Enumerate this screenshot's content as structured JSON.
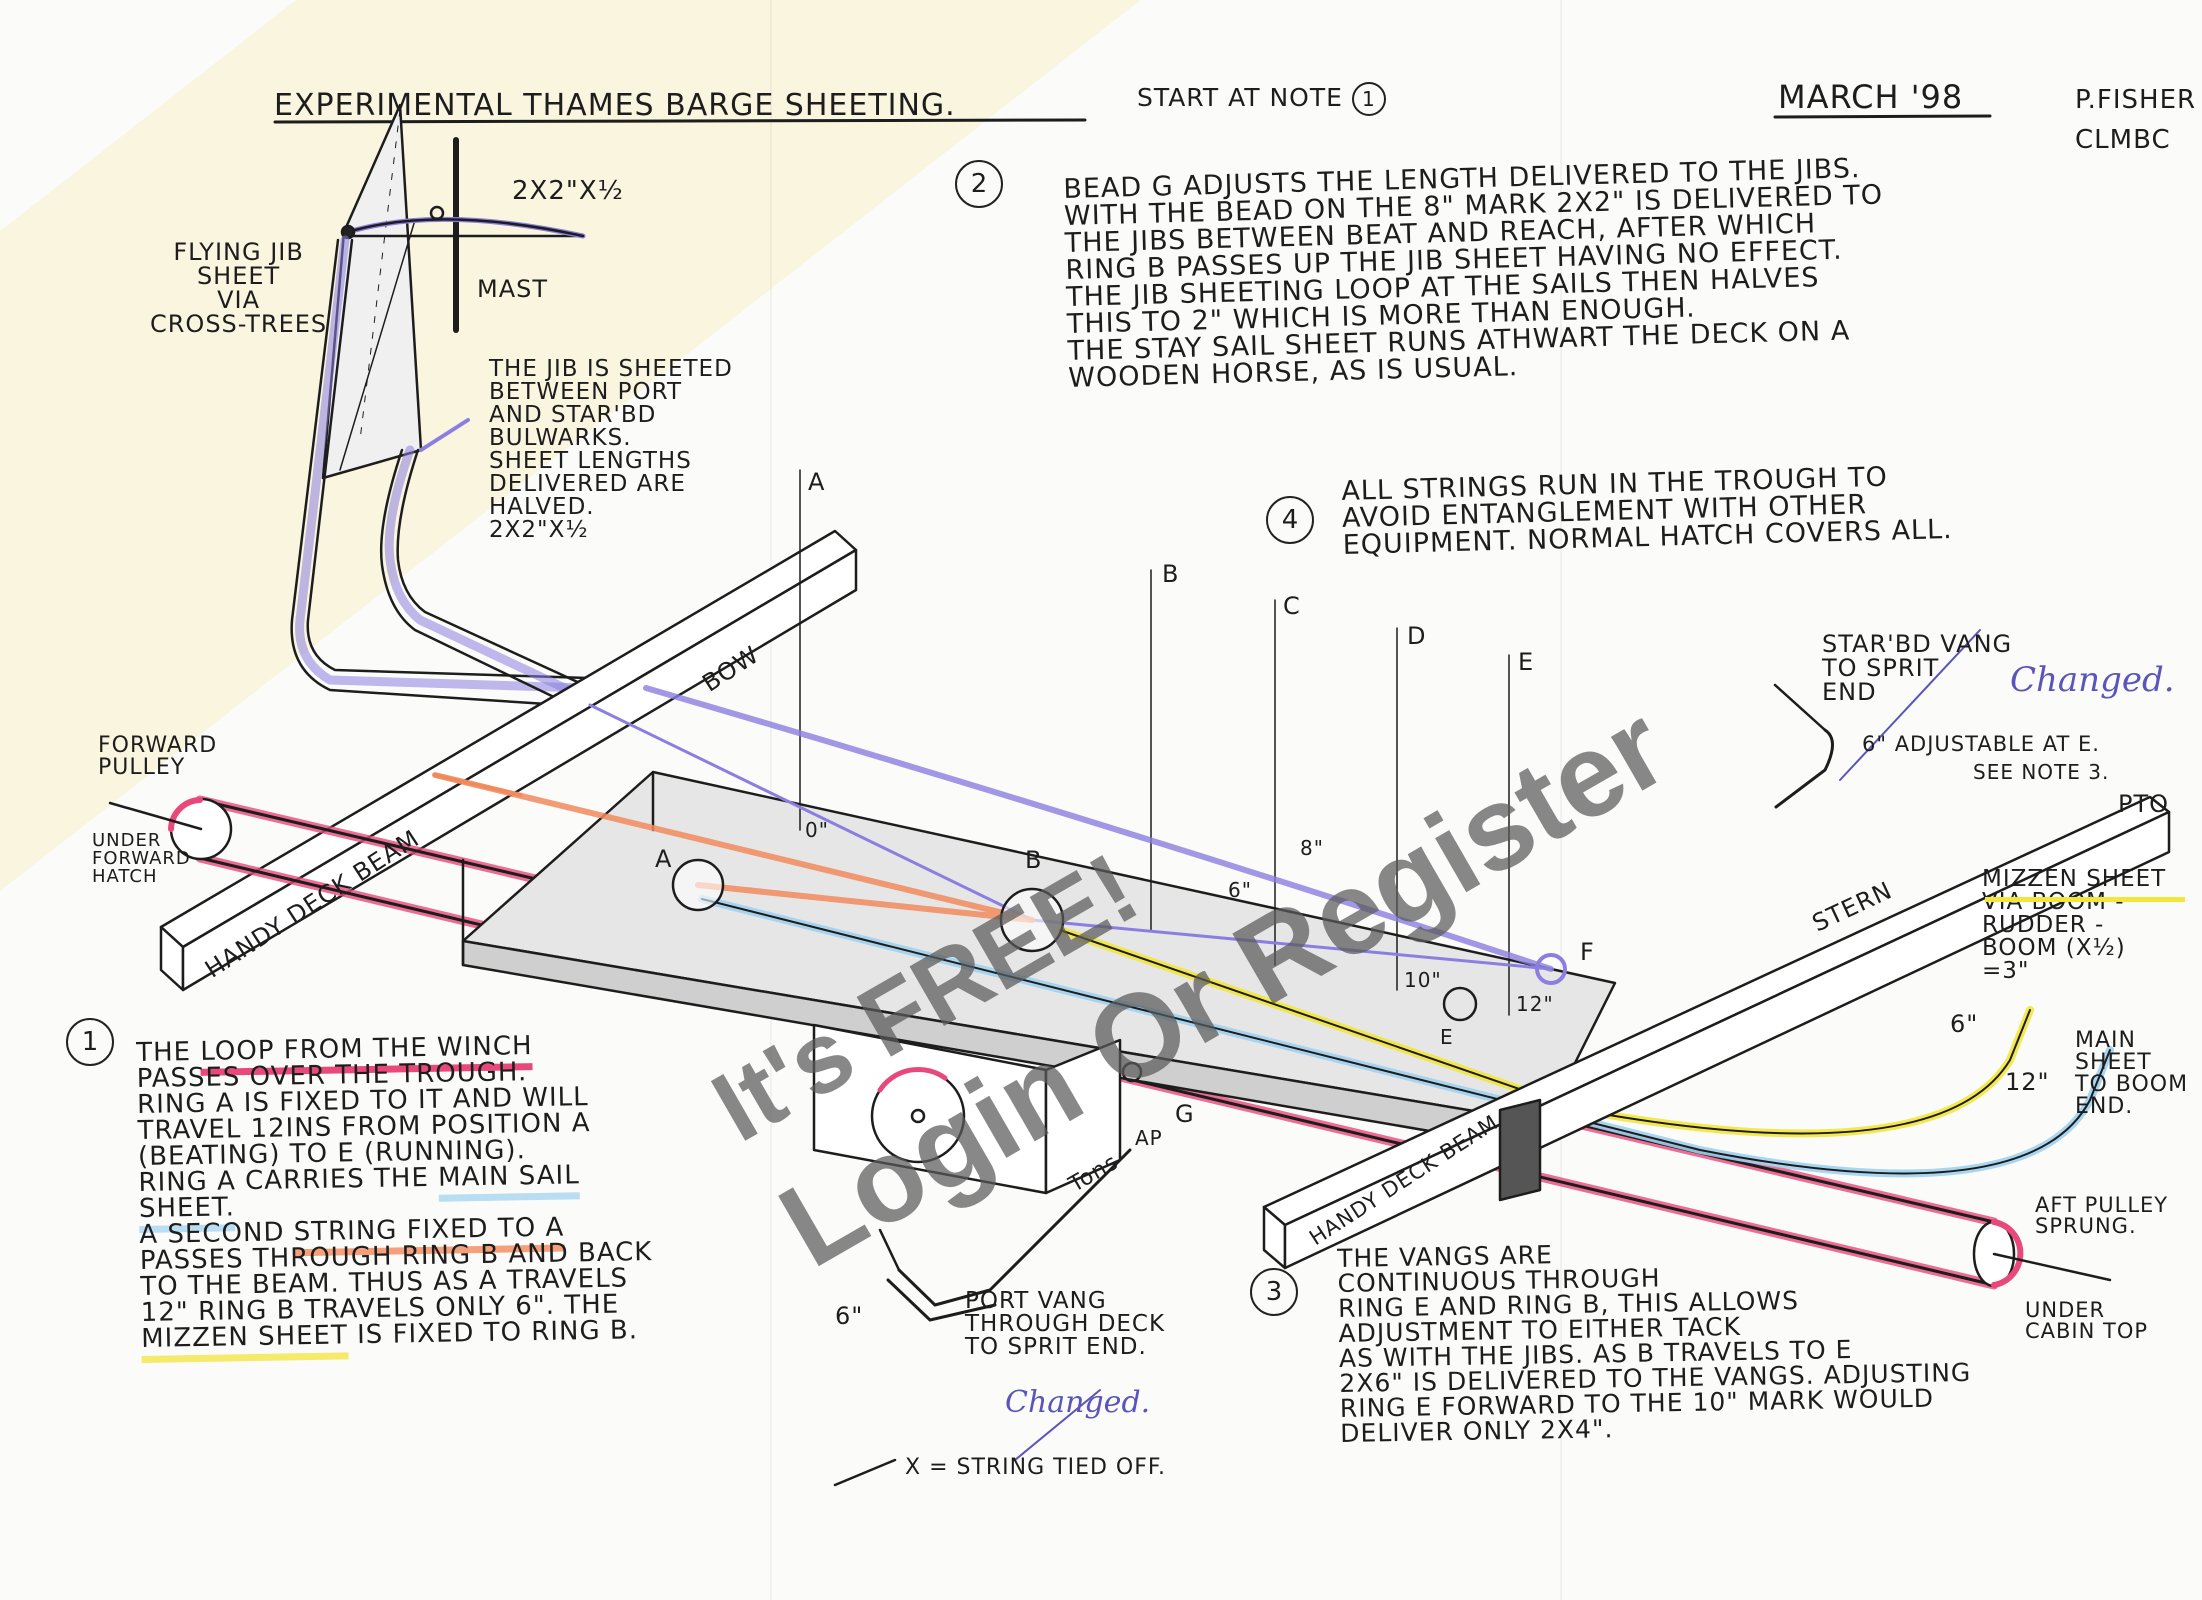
{
  "header": {
    "title": "Experimental Thames Barge Sheeting.",
    "start_note": "Start at note",
    "start_note_num": "1",
    "date": "March '98",
    "author_line1": "P.Fisher",
    "author_line2": "CLMBC"
  },
  "colors": {
    "loop_red": "#e8497a",
    "main_blue": "#9fd0ee",
    "jib_purple": "#8a7fe0",
    "string_orange": "#f08a5d",
    "mizzen_yellow": "#f2e63a",
    "changed_ink": "#5a55b8"
  },
  "note2": {
    "number": "2",
    "lines": [
      "Bead G adjusts the length delivered to the jibs.",
      "with the bead on the 8\" mark 2x2\" is delivered to",
      "the jibs between beat and reach, after which",
      "Ring B passes up the jib sheet having no effect.",
      "the jib sheeting loop at the sails then halves",
      "this to 2\" which is more than enough.",
      "The stay sail sheet runs athwart the deck on a",
      "wooden horse, as is usual."
    ]
  },
  "note4": {
    "number": "4",
    "lines": [
      "All strings run in the trough to",
      "avoid entanglement with other",
      "equipment. Normal hatch covers all."
    ]
  },
  "note1": {
    "number": "1",
    "lines": [
      {
        "pre": "The ",
        "hl": "loop from the winch",
        "post": "",
        "color": "#e8497a"
      },
      "passes over the trough.",
      "Ring A is fixed to it and will",
      "travel 12ins from position A",
      "(beating) to E (running).",
      {
        "pre": "Ring A carries the ",
        "hl": "main sail",
        "post": "",
        "color": "#b9ddf2"
      },
      {
        "pre": "",
        "hl": "sheet.",
        "post": "",
        "color": "#b9ddf2"
      },
      {
        "pre": "A second ",
        "hl": "string fixed to A",
        "post": "",
        "color": "#f4a07a"
      },
      "passes through Ring B and back",
      "to the beam. Thus as A travels",
      "12\" Ring B travels only 6\". The",
      {
        "pre": "",
        "hl": "Mizzen sheet",
        "post": " is fixed to Ring B.",
        "color": "#f5ea6a"
      }
    ]
  },
  "note3": {
    "number": "3",
    "lines": [
      "The vangs are",
      "continuous through",
      "Ring E and Ring B, this allows",
      "adjustment to either tack",
      "as with the jibs. As B travels to E",
      "2x6\" is delivered to the vangs. Adjusting",
      "Ring E forward to the 10\" mark would",
      "deliver only 2x4\"."
    ]
  },
  "labels": {
    "flying_jib": [
      "Flying Jib",
      "sheet",
      "via",
      "cross-trees"
    ],
    "jib_dim": "2x2\"x½",
    "mast": "Mast",
    "jib_sheeted": [
      "The jib is sheeted",
      "between port",
      "and star'bd",
      "bulwarks.",
      "Sheet lengths",
      "delivered are",
      "halved.",
      "2x2\"x½"
    ],
    "forward_pulley": [
      "Forward",
      "pulley"
    ],
    "under_forward_hatch": [
      "under",
      "forward",
      "hatch"
    ],
    "bow": "Bow",
    "handy_deck_beam": "Handy deck beam",
    "handy_deck_beam_aft": "Handy deck beam",
    "stern": "Stern",
    "stations": [
      "A",
      "B",
      "C",
      "D",
      "E"
    ],
    "marks": [
      "0\"",
      "6\"",
      "8\"",
      "10\"",
      "12\""
    ],
    "ring_a": "A",
    "ring_b": "B",
    "ring_e": "E",
    "ring_f": "F",
    "bead_g": "G",
    "ap": "AP",
    "tons": "Tons",
    "starbd_vang": [
      "Star'bd vang",
      "to sprit",
      "end"
    ],
    "starbd_changed": "Changed.",
    "adjustable": "6\" adjustable at E.",
    "see_note": "see note 3.",
    "pto": "PTO",
    "mizzen_sheet": [
      "Mizzen sheet",
      "via boom -",
      "rudder -",
      "boom (x½)",
      "=3\""
    ],
    "mizzen_len": "6\"",
    "main_len": "12\"",
    "main_sheet": [
      "Main",
      "sheet",
      "to boom",
      "end."
    ],
    "aft_pulley": [
      "Aft pulley",
      "sprung."
    ],
    "under_cabin": [
      "under",
      "cabin top"
    ],
    "port_len": "6\"",
    "port_vang": [
      "Port vang",
      "through deck",
      "to sprit end."
    ],
    "port_changed": "Changed.",
    "legend": "X = string tied off."
  },
  "watermark": {
    "line1": "Login Or Register",
    "line2": "It's FREE!"
  }
}
